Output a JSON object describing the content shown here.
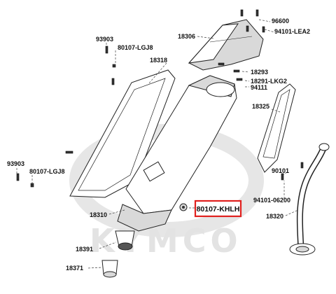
{
  "watermark": {
    "brand": "KYMCO"
  },
  "highlight": {
    "color": "#e0201e",
    "callout": "80107-KHLH"
  },
  "labels": {
    "p96600": "96600",
    "p94101_lea2": "94101-LEA2",
    "p18306": "18306",
    "p93903_top": "93903",
    "p80107_lgj8_top": "80107-LGJ8",
    "p18318": "18318",
    "p18293": "18293",
    "p18291_lkg2": "18291-LKG2",
    "p94111": "94111",
    "p18325": "18325",
    "p93903_left": "93903",
    "p80107_lgj8_left": "80107-LGJ8",
    "p90101": "90101",
    "p94101_06200": "94101-06200",
    "p18310": "18310",
    "p18320": "18320",
    "p18391": "18391",
    "p18371": "18371"
  }
}
